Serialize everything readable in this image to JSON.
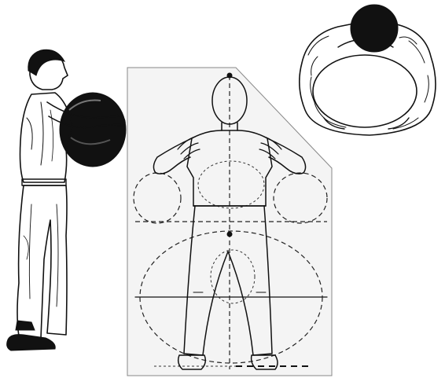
{
  "illustration": {
    "panels": [
      {
        "id": "side-view",
        "icon": "standing-figure-holding-ball-side-view"
      },
      {
        "id": "front-view-diagram",
        "icon": "standing-figure-front-view-with-guide-lines"
      },
      {
        "id": "top-view",
        "icon": "figure-seen-from-above-holding-ball"
      }
    ],
    "colors": {
      "ink": "#111111",
      "panel_paper": "#f4f4f4",
      "background": "#ffffff"
    }
  }
}
